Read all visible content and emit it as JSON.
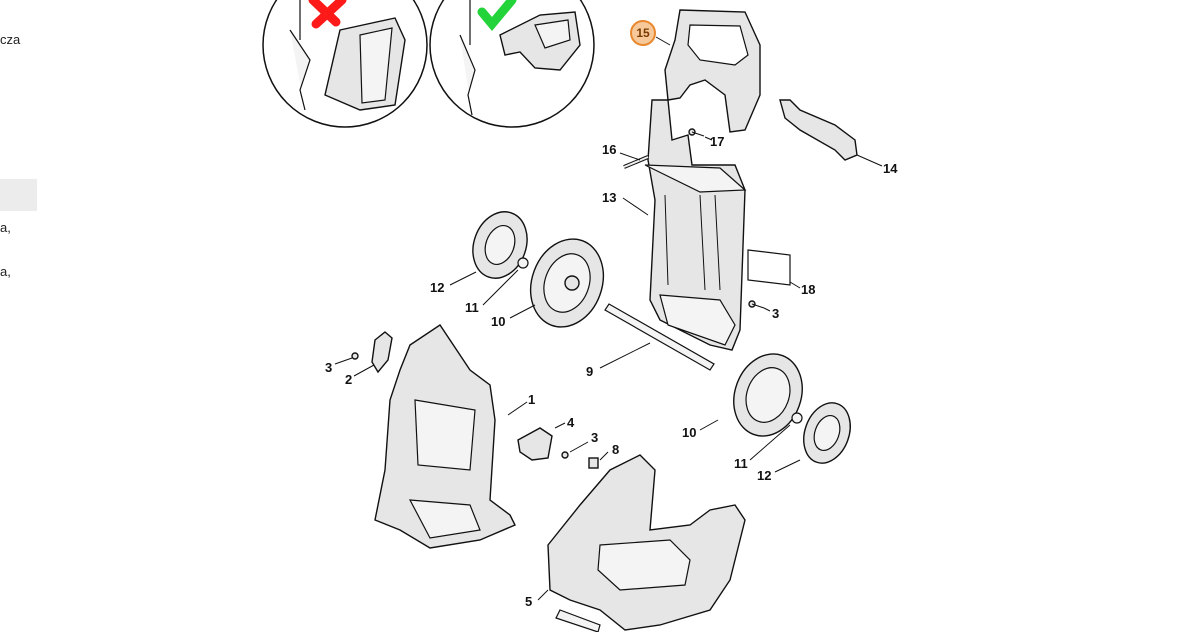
{
  "sidebar": {
    "lines": [
      "cza",
      "a,",
      "a,"
    ]
  },
  "highlighted_part": "15",
  "colors": {
    "wrong_mark": "#ff1a1a",
    "right_mark": "#22d43a",
    "hotspot_fill": "#f7c89a",
    "hotspot_stroke": "#e8892f"
  },
  "labels": {
    "p1": "1",
    "p2": "2",
    "p3a": "3",
    "p3b": "3",
    "p3c": "3",
    "p4": "4",
    "p5": "5",
    "p8": "8",
    "p9": "9",
    "p10a": "10",
    "p10b": "10",
    "p11a": "11",
    "p11b": "11",
    "p12a": "12",
    "p12b": "12",
    "p13": "13",
    "p14": "14",
    "p15": "15",
    "p16": "16",
    "p17": "17",
    "p18": "18"
  }
}
